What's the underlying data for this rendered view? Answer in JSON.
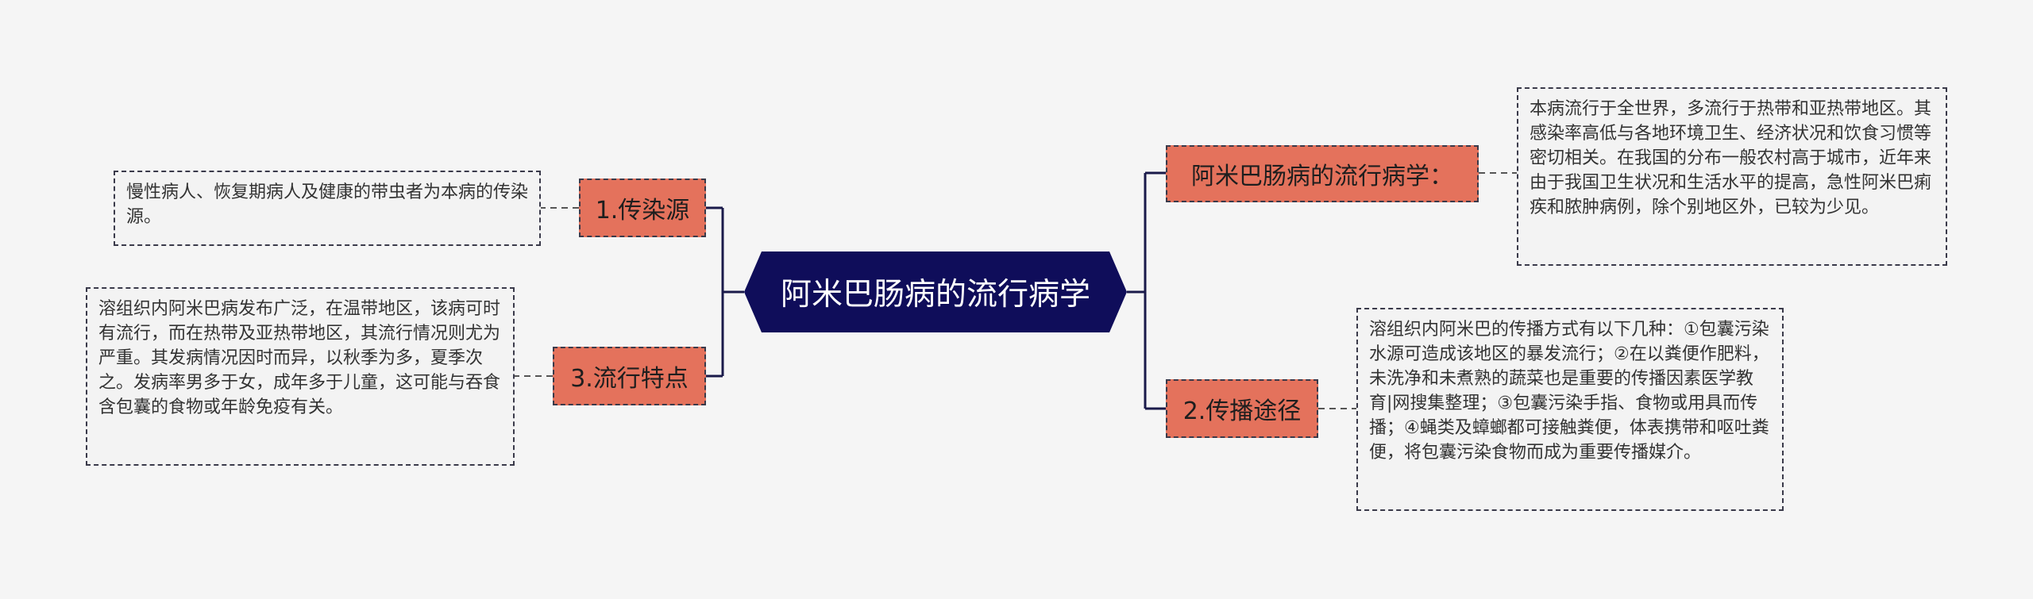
{
  "colors": {
    "background": "#f5f5f5",
    "root_fill": "#0f0d5a",
    "branch_fill": "#e4725c",
    "line": "#1a1a4a"
  },
  "root": {
    "label": "阿米巴肠病的流行病学"
  },
  "branches": [
    {
      "label": "阿米巴肠病的流行病学：",
      "note": "本病流行于全世界，多流行于热带和亚热带地区。其感染率高低与各地环境卫生、经济状况和饮食习惯等密切相关。在我国的分布一般农村高于城市，近年来由于我国卫生状况和生活水平的提高，急性阿米巴痢疾和脓肿病例，除个别地区外，已较为少见。"
    },
    {
      "label": "2.传播途径",
      "note": "溶组织内阿米巴的传播方式有以下几种：①包囊污染水源可造成该地区的暴发流行；②在以粪便作肥料，未洗净和未煮熟的蔬菜也是重要的传播因素医学教育|网搜集整理；③包囊污染手指、食物或用具而传播；④蝇类及蟑螂都可接触粪便，体表携带和呕吐粪便，将包囊污染食物而成为重要传播媒介。"
    },
    {
      "label": "1.传染源",
      "note": "慢性病人、恢复期病人及健康的带虫者为本病的传染源。"
    },
    {
      "label": "3.流行特点",
      "note": "溶组织内阿米巴病发布广泛，在温带地区，该病可时有流行，而在热带及亚热带地区，其流行情况则尤为严重。其发病情况因时而异，以秋季为多，夏季次之。发病率男多于女，成年多于儿童，这可能与吞食含包囊的食物或年龄免疫有关。"
    }
  ]
}
